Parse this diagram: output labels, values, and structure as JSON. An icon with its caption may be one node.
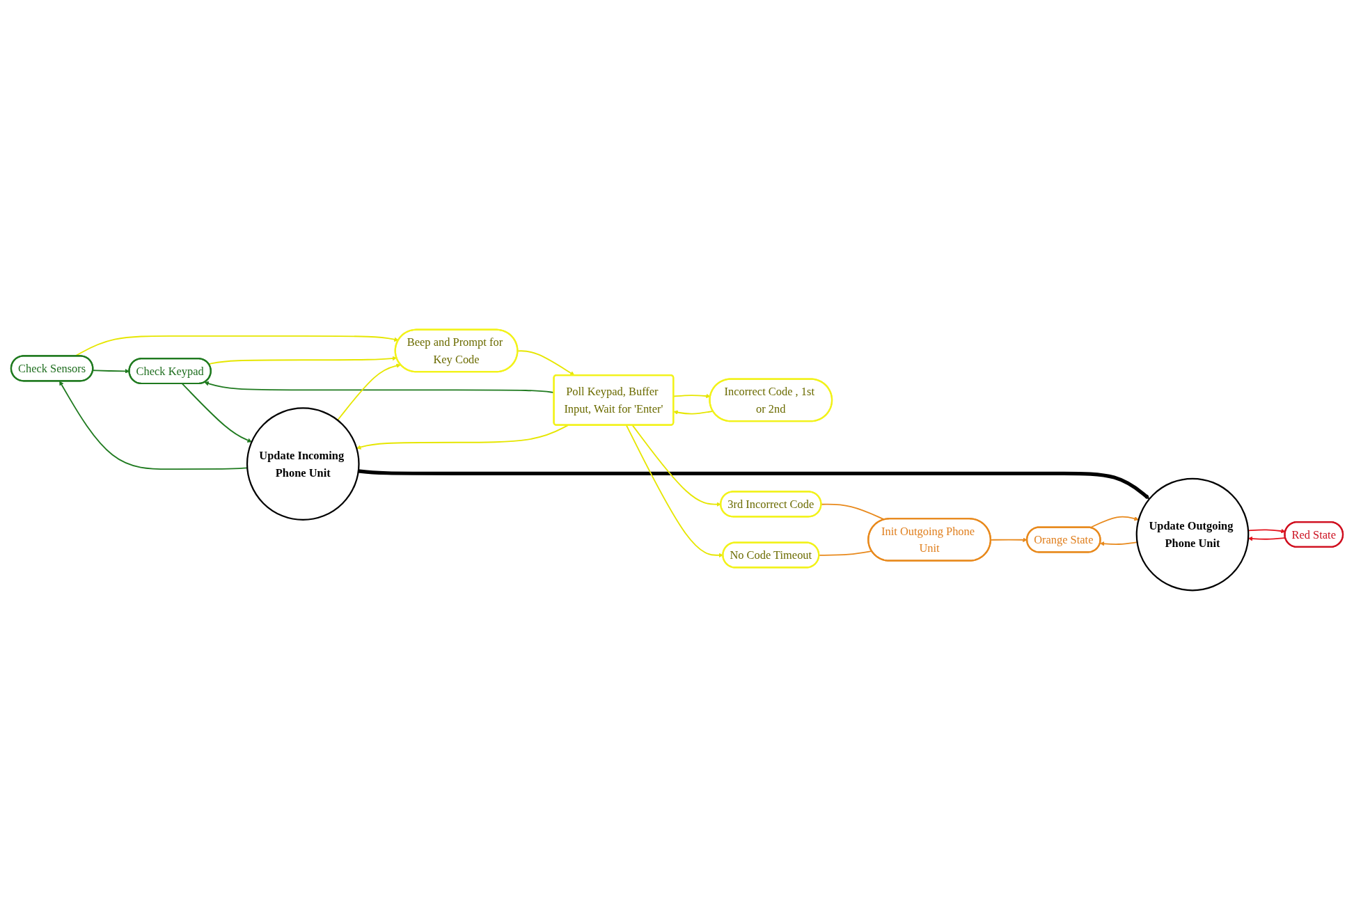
{
  "diagram": {
    "nodes": [
      {
        "text": [
          "Check Sensors"
        ]
      },
      {
        "text": [
          "Check Keypad"
        ]
      },
      {
        "text": [
          "Update Incoming Phone Unit"
        ]
      },
      {
        "text": [
          "Update Outgoing Phone Unit"
        ]
      },
      {
        "text": [
          "Beep and Prompt for Key Code"
        ]
      },
      {
        "text": [
          "Poll Keypad, Buffer Input, Wait for 'Enter'"
        ]
      },
      {
        "text": [
          "Orange State"
        ]
      },
      {
        "text": [
          "Red State"
        ]
      },
      {
        "text": [
          "Incorrect Code , 1st or 2nd"
        ]
      },
      {
        "text": [
          "3rd Incorrect Code"
        ]
      },
      {
        "text": [
          "Init Outgoing Phone Unit"
        ]
      },
      {
        "text": [
          "No Code Timeout"
        ]
      }
    ],
    "edges": [
      {
        "from": 2,
        "to": 0,
        "arrow": "to",
        "color": "#1f7a1f"
      },
      {
        "from": 0,
        "to": 1,
        "arrow": "to",
        "color": "#1f7a1f"
      },
      {
        "from": 1,
        "to": 2,
        "arrow": "to",
        "color": "#1f7a1f"
      },
      {
        "from": 0,
        "to": 4,
        "arrow": "to"
      },
      {
        "from": 1,
        "to": 4,
        "arrow": "to"
      },
      {
        "from": 5,
        "to": 1,
        "arrow": "to",
        "color": "#1f7a1f"
      },
      {
        "from": 2,
        "to": 4,
        "arrow": "to"
      },
      {
        "from": 4,
        "to": 5,
        "arrow": "to"
      },
      {
        "from": 5,
        "to": 2,
        "arrow": "to"
      },
      {
        "from": 2,
        "to": 3,
        "arrow": "to",
        "style": "thick",
        "color": "#000000"
      },
      {
        "from": 3,
        "to": 6,
        "arrow": "to",
        "color": "#e8891c"
      },
      {
        "from": 6,
        "to": 3,
        "arrow": "to",
        "color": "#e8891c"
      },
      {
        "from": 3,
        "to": 7,
        "arrow": "to",
        "color": "#e3141e"
      },
      {
        "from": 7,
        "to": 3,
        "arrow": "to",
        "color": "#e3141e"
      },
      {
        "from": 5,
        "to": 8,
        "arrow": "to"
      },
      {
        "from": 8,
        "to": 5,
        "arrow": "to"
      },
      {
        "from": 5,
        "to": 9,
        "arrow": "to"
      },
      {
        "from": 5,
        "to": 11,
        "arrow": "to"
      },
      {
        "from": 9,
        "to": 10,
        "arrow": "none",
        "color": "#e8891c"
      },
      {
        "from": 11,
        "to": 10,
        "arrow": "none",
        "color": "#e8891c"
      },
      {
        "from": 10,
        "to": 6,
        "arrow": "to",
        "color": "#e8891c"
      }
    ]
  }
}
